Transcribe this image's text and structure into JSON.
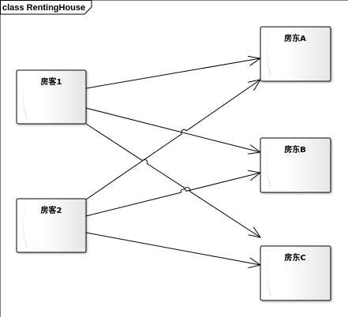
{
  "diagram": {
    "frame_title": "class RentingHouse",
    "nodes": [
      {
        "id": "tenant1",
        "label": "房客1"
      },
      {
        "id": "tenant2",
        "label": "房客2"
      },
      {
        "id": "landlordA",
        "label": "房东A"
      },
      {
        "id": "landlordB",
        "label": "房东B"
      },
      {
        "id": "landlordC",
        "label": "房东C"
      }
    ],
    "edges": [
      {
        "from": "房客1",
        "to": "房东A"
      },
      {
        "from": "房客1",
        "to": "房东B"
      },
      {
        "from": "房客1",
        "to": "房东C"
      },
      {
        "from": "房客2",
        "to": "房东A"
      },
      {
        "from": "房客2",
        "to": "房东B"
      },
      {
        "from": "房客2",
        "to": "房东C"
      }
    ]
  }
}
